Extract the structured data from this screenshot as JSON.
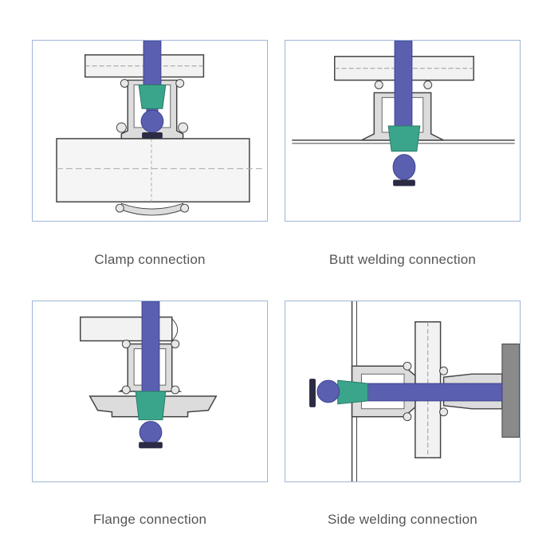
{
  "panels": [
    {
      "caption": "Clamp connection"
    },
    {
      "caption": "Butt welding connection"
    },
    {
      "caption": "Flange connection"
    },
    {
      "caption": "Side welding connection"
    }
  ],
  "colors": {
    "border": "#9fb6d6",
    "stem": "#5a5fb0",
    "stem_dark": "#3e4390",
    "seal": "#3aa58a",
    "metal": "#dcdcdc",
    "line": "#555555",
    "caption": "#555555"
  }
}
